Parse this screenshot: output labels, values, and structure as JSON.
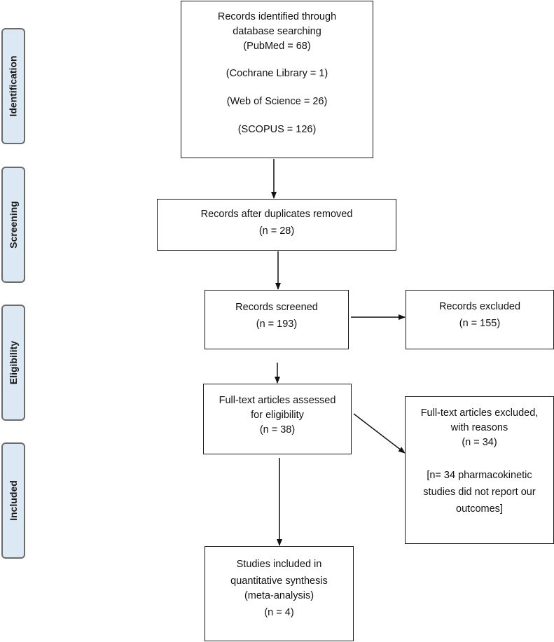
{
  "phases": {
    "identification": "Identification",
    "screening": "Screening",
    "eligibility": "Eligibility",
    "included": "Included"
  },
  "boxes": {
    "identified": {
      "line1": "Records identified through",
      "line2": "database searching",
      "pubmed": "(PubMed = 68)",
      "cochrane": "(Cochrane Library = 1)",
      "wos": "(Web of Science = 26)",
      "scopus": "(SCOPUS = 126)"
    },
    "duplicates": {
      "line1": "Records after duplicates removed",
      "count": "(n = 28)"
    },
    "screened": {
      "line1": "Records screened",
      "count": "(n = 193)"
    },
    "excluded": {
      "line1": "Records excluded",
      "count": "(n = 155)"
    },
    "fulltext": {
      "line1": "Full-text articles assessed",
      "line2": "for eligibility",
      "count": "(n = 38)"
    },
    "fulltext_excluded": {
      "line1": "Full-text articles excluded,",
      "line2": "with reasons",
      "count": "(n = 34)",
      "reason1": "[n= 34 pharmacokinetic",
      "reason2": "studies did not report our",
      "reason3": "outcomes]"
    },
    "included": {
      "line1": "Studies included in",
      "line2": "quantitative synthesis",
      "line3": "(meta-analysis)",
      "count": "(n = 4)"
    }
  }
}
